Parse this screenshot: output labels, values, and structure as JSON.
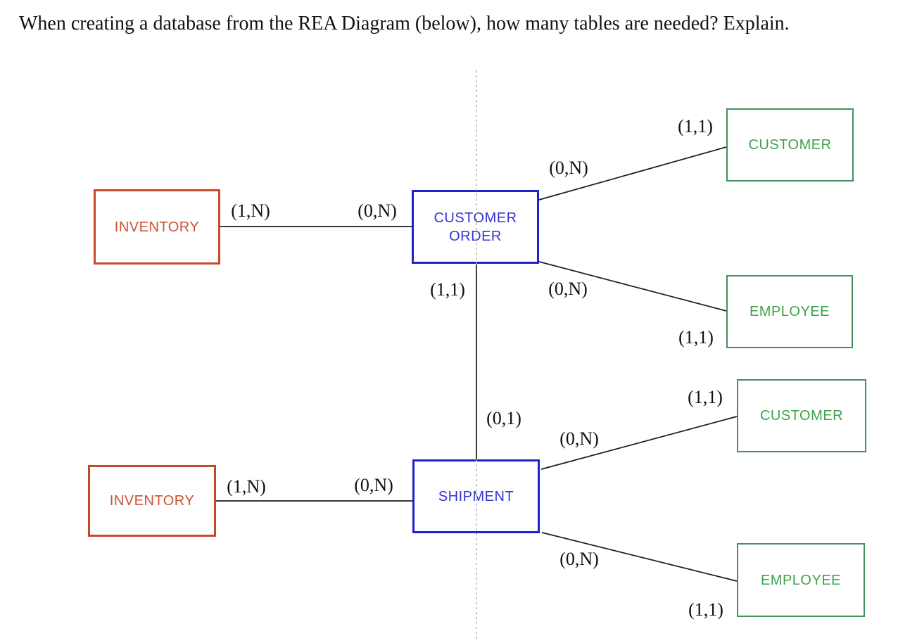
{
  "title": "When creating a database from the REA Diagram (below), how many tables are needed? Explain.",
  "colors": {
    "resource-border": "#c54a2c",
    "resource-text": "#cc5133",
    "event-border": "#2121cb",
    "event-text": "#3535cd",
    "agent-border": "#41915f",
    "agent-text": "#3fa24a",
    "connector": "#1c1c1c",
    "divider": "#b5b5b5",
    "label-text": "#111111"
  },
  "diagram": {
    "entities": [
      {
        "id": "inventory-order",
        "label": "INVENTORY",
        "type": "resource"
      },
      {
        "id": "customer-order",
        "label": "CUSTOMER ORDER",
        "type": "event"
      },
      {
        "id": "customer-order-agent",
        "label": "CUSTOMER",
        "type": "agent"
      },
      {
        "id": "employee-order-agent",
        "label": "EMPLOYEE",
        "type": "agent"
      },
      {
        "id": "inventory-shipment",
        "label": "INVENTORY",
        "type": "resource"
      },
      {
        "id": "shipment",
        "label": "SHIPMENT",
        "type": "event"
      },
      {
        "id": "customer-shipment-agent",
        "label": "CUSTOMER",
        "type": "agent"
      },
      {
        "id": "employee-shipment-agent",
        "label": "EMPLOYEE",
        "type": "agent"
      }
    ],
    "cardinalities": [
      {
        "text": "(1,N)"
      },
      {
        "text": "(0,N)"
      },
      {
        "text": "(0,N)"
      },
      {
        "text": "(1,1)"
      },
      {
        "text": "(1,1)"
      },
      {
        "text": "(0,N)"
      },
      {
        "text": "(1,1)"
      },
      {
        "text": "(0,1)"
      },
      {
        "text": "(0,N)"
      },
      {
        "text": "(1,1)"
      },
      {
        "text": "(1,N)"
      },
      {
        "text": "(0,N)"
      },
      {
        "text": "(0,N)"
      },
      {
        "text": "(1,1)"
      }
    ]
  }
}
